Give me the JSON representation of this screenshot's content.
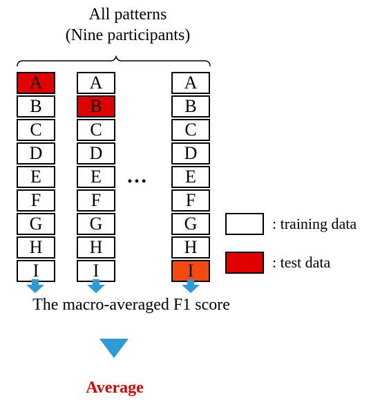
{
  "header": {
    "line1": "All patterns",
    "line2": "(Nine participants)"
  },
  "columns": [
    {
      "cells": [
        "A",
        "B",
        "C",
        "D",
        "E",
        "F",
        "G",
        "H",
        "I"
      ],
      "test_index": 0
    },
    {
      "cells": [
        "A",
        "B",
        "C",
        "D",
        "E",
        "F",
        "G",
        "H",
        "I"
      ],
      "test_index": 1
    },
    {
      "cells": [
        "A",
        "B",
        "C",
        "D",
        "E",
        "F",
        "G",
        "H",
        "I"
      ],
      "test_index": 8
    }
  ],
  "ellipsis": "…",
  "legend": {
    "training_label": ": training data",
    "test_label": ": test data"
  },
  "result_label": "The macro-averaged F1 score",
  "final_label": "Average",
  "colors": {
    "test": "#e00000",
    "test_alt": "#f24a10",
    "arrow": "#2e9ad6",
    "average_text": "#e00000"
  }
}
